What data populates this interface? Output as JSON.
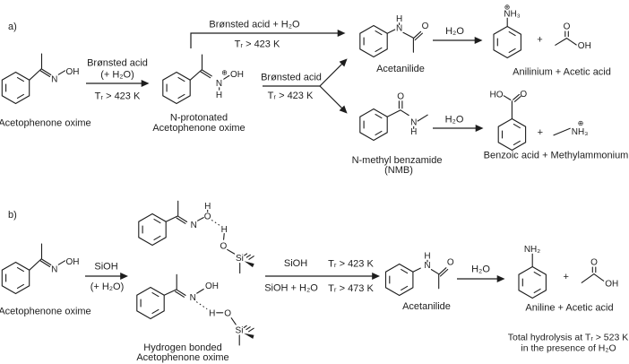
{
  "figure": {
    "section_a_label": "a)",
    "section_b_label": "b)"
  },
  "atoms": {
    "N": "N",
    "O": "O",
    "H": "H",
    "OH": "OH",
    "HO": "HO",
    "Si": "Si",
    "NH3": "NH₃",
    "NH2": "NH₂",
    "plus": "+",
    "charge": "⊕"
  },
  "section_a": {
    "reactant_label": "Acetophenone oxime",
    "arrow1": {
      "above1": "Brønsted acid",
      "above2": "(+ H₂O)",
      "below": "Tᵣ > 423 K"
    },
    "intermediate_label1": "N-protonated",
    "intermediate_label2": "Acetophenone oxime",
    "arrow_top": {
      "above": "Brønsted acid + H₂O",
      "below": "Tᵣ > 423 K"
    },
    "arrow_branch": {
      "above": "Brønsted acid",
      "below": "Tᵣ > 423 K"
    },
    "product1_label": "Acetanilide",
    "arrow_h2o_1": "H₂O",
    "products1_label": "Anilinium + Acetic acid",
    "product2_label1": "N-methyl benzamide",
    "product2_label2": "(NMB)",
    "arrow_h2o_2": "H₂O",
    "products2_label": "Benzoic acid + Methylammonium"
  },
  "section_b": {
    "reactant_label": "Acetophenone oxime",
    "arrow1": {
      "above": "SiOH",
      "below": "(+ H₂O)"
    },
    "intermediate_label1": "Hydrogen bonded",
    "intermediate_label2": "Acetophenone oxime",
    "arrow_main": {
      "above1": "SiOH",
      "above2": "Tᵣ > 423 K",
      "below1": "SiOH + H₂O",
      "below2": "Tᵣ > 473 K"
    },
    "product_label": "Acetanilide",
    "arrow_h2o": "H₂O",
    "products_label": "Aniline + Acetic acid",
    "note1": "Total hydrolysis at Tᵣ > 523 K",
    "note2": "in the presence of H₂O"
  },
  "colors": {
    "ink": "#1d1d1d",
    "background": "#ffffff"
  }
}
